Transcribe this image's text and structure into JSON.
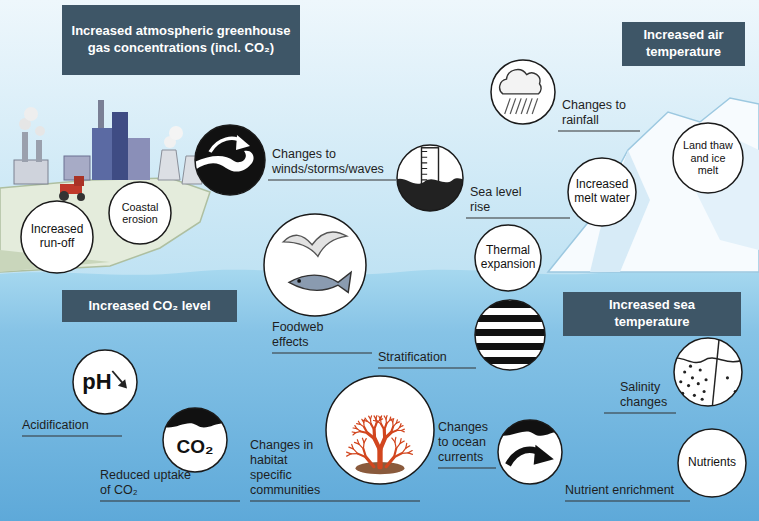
{
  "diagram": {
    "nodes": [
      {
        "text": [
          "Increased atmospheric greenhouse gas concentrations (incl. CO₂)"
        ]
      },
      {
        "text": [
          "Increased air temperature"
        ]
      },
      {
        "text": [
          "Changes to rainfall"
        ]
      },
      {
        "text": [
          "Changes to winds/storms/waves"
        ]
      },
      {
        "text": [
          "Sea level rise"
        ]
      },
      {
        "text": [
          "Land thaw and ice melt"
        ]
      },
      {
        "text": [
          "Coastal erosion"
        ]
      },
      {
        "text": [
          "Increased run-off"
        ]
      },
      {
        "text": [
          "Increased melt water"
        ]
      },
      {
        "text": [
          "Thermal expansion"
        ]
      },
      {
        "text": [
          "Foodweb effects"
        ]
      },
      {
        "text": [
          "Increased CO₂ level"
        ]
      },
      {
        "text": [
          "Increased sea temperature"
        ]
      },
      {
        "text": [
          "Stratification"
        ]
      },
      {
        "text": [
          "Salinity changes"
        ]
      },
      {
        "text": [
          "pH",
          "Acidification"
        ]
      },
      {
        "text": [
          "CO₂",
          "Reduced uptake of CO₂"
        ]
      },
      {
        "text": [
          "Changes in habitat specific communities"
        ]
      },
      {
        "text": [
          "Changes to ocean currents"
        ]
      },
      {
        "text": [
          "Nutrients",
          "Nutrient enrichment"
        ]
      }
    ]
  }
}
